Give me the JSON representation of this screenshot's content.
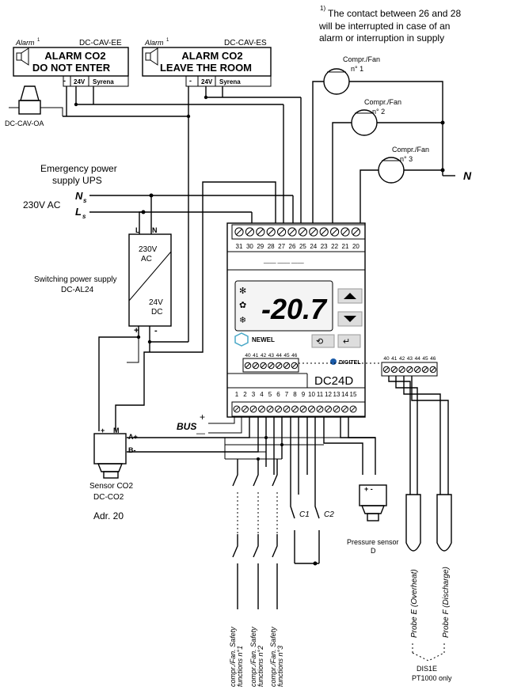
{
  "footnote": {
    "mark": "1)",
    "lines": [
      "The contact between 26 and 28",
      "will be interrupted in case of an",
      "alarm or interruption in supply"
    ]
  },
  "alarm_left": {
    "tag": "Alarm",
    "sup": "1",
    "model": "DC-CAV-EE",
    "line1": "ALARM CO2",
    "line2": "DO NOT ENTER",
    "term_minus": "-",
    "term_v": "24V",
    "term_s": "Syrena"
  },
  "alarm_right": {
    "tag": "Alarm",
    "sup": "1",
    "model": "DC-CAV-ES",
    "line1": "ALARM CO2",
    "line2": "LEAVE THE ROOM",
    "term_minus": "-",
    "term_v": "24V",
    "term_s": "Syrena"
  },
  "horn_label": "DC-CAV-OA",
  "compressors": [
    {
      "label": "Compr./Fan",
      "num": "n° 1"
    },
    {
      "label": "Compr./Fan",
      "num": "n° 2"
    },
    {
      "label": "Compr./Fan",
      "num": "n° 3"
    }
  ],
  "neutral_label": "N",
  "ups_line1": "Emergency power",
  "ups_line2": "supply UPS",
  "ac_label": "230V AC",
  "ns_label": "N",
  "ns_sub": "s",
  "ls_label": "L",
  "ls_sub": "s",
  "psu": {
    "term_l": "L",
    "term_n": "N",
    "in_v": "230V",
    "in_t": "AC",
    "out_v": "24V",
    "out_t": "DC",
    "plus": "+",
    "minus": "-",
    "caption1": "Switching power supply",
    "caption2": "DC-AL24"
  },
  "controller": {
    "top_terminals": [
      "31",
      "30",
      "29",
      "28",
      "27",
      "26",
      "25",
      "24",
      "23",
      "22",
      "21",
      "20"
    ],
    "display": "-20.7",
    "brand": "NEWEL",
    "brand2": "DIGITEL",
    "model": "DC24D",
    "mid_terminals": [
      "40",
      "41",
      "42",
      "43",
      "44",
      "45",
      "46"
    ],
    "bottom_terminals": [
      "1",
      "2",
      "3",
      "4",
      "5",
      "6",
      "7",
      "8",
      "9",
      "10",
      "11",
      "12",
      "13",
      "14",
      "15"
    ]
  },
  "ext_terminals": [
    "40",
    "41",
    "42",
    "43",
    "44",
    "45",
    "46"
  ],
  "bus_label": "BUS",
  "bus_plus": "+",
  "bus_minus": "—",
  "sensor": {
    "plus": "+",
    "m": "M",
    "a": "A+",
    "b": "B-",
    "caption1": "Sensor CO2",
    "caption2": "DC-CO2",
    "addr": "Adr. 20"
  },
  "c1": "C1",
  "c2": "C2",
  "pressure": {
    "pm": "+ -",
    "caption1": "Pressure sensor",
    "caption2": "D"
  },
  "safety": [
    {
      "line1": "compr./Fan. Safety",
      "line2": "functions n°1"
    },
    {
      "line1": "compr./Fan. Safety",
      "line2": "functions n°2"
    },
    {
      "line1": "compr./Fan. Safety",
      "line2": "functions n°3"
    }
  ],
  "probe_e": "Probe E (Overheat)",
  "probe_f": "Probe F (Discharge)",
  "dis_label": "DIS1E",
  "pt_label": "PT1000 only"
}
